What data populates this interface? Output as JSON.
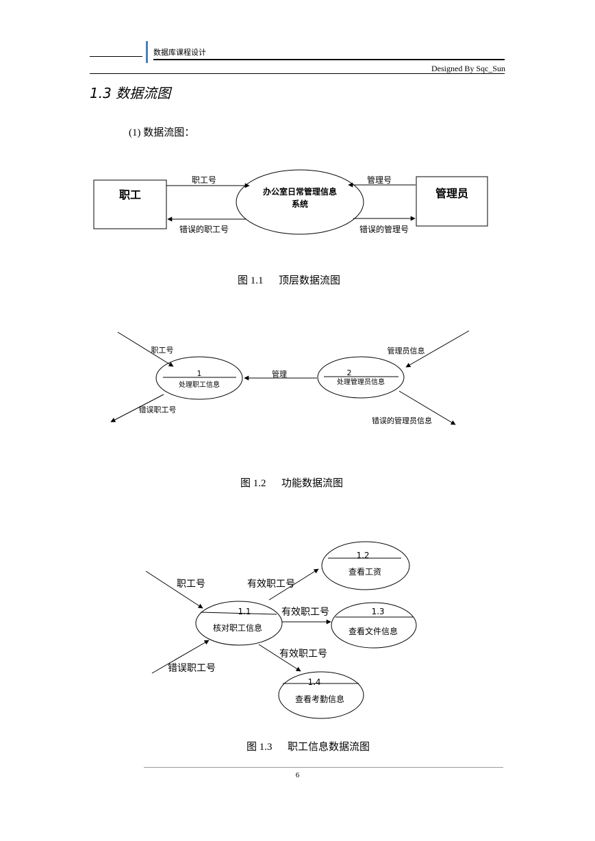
{
  "header": {
    "course_title": "数据库课程设计",
    "author": "Designed By Sqc_Sun"
  },
  "section": {
    "title": "1.3 数据流图",
    "intro": "(1) 数据流图："
  },
  "diagram1": {
    "entity_left": "职工",
    "entity_right": "管理员",
    "process": [
      "办公室日常管理信息",
      "系统"
    ],
    "flow_in_left": "职工号",
    "flow_out_left": "错误的职工号",
    "flow_in_right": "管理号",
    "flow_out_right": "错误的管理号",
    "caption": "图 1.1      顶层数据流图"
  },
  "diagram2": {
    "p1_num": "1",
    "p1_name": "处理职工信息",
    "p2_num": "2",
    "p2_name": "处理管理员信息",
    "flow_in_p1": "职工号",
    "flow_out_p1": "错误职工号",
    "flow_p2_p1": "管理",
    "flow_in_p2": "管理员信息",
    "flow_out_p2": "错误的管理员信息",
    "caption": "图 1.2      功能数据流图"
  },
  "diagram3": {
    "main_num": "1.1",
    "main_name": "核对职工信息",
    "s1_num": "1.2",
    "s1_name": "查看工资",
    "s2_num": "1.3",
    "s2_name": "查看文件信息",
    "s3_num": "1.4",
    "s3_name": "查看考勤信息",
    "flow_in": "职工号",
    "flow_err": "错误职工号",
    "flow_valid_1": "有效职工号",
    "flow_valid_2": "有效职工号",
    "flow_valid_3": "有效职工号",
    "caption": "图 1.3      职工信息数据流图"
  },
  "footer": {
    "page_number": "6"
  }
}
